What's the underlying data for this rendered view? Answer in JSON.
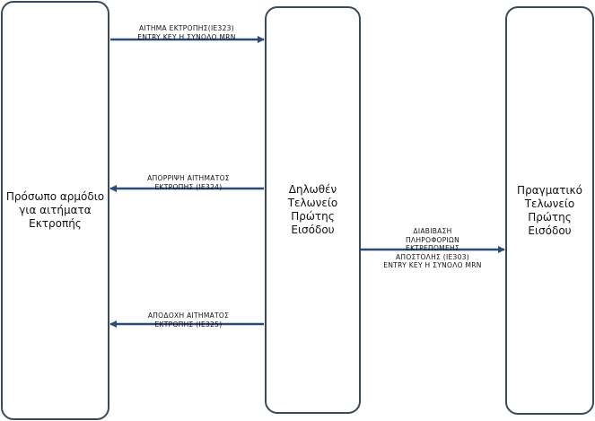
{
  "participants": {
    "left": "Πρόσωπο αρμόδιο\nγια αιτήματα\nΕκτροπής",
    "middle": "Δηλωθέν\nΤελωνείο\nΠρώτης\nΕισόδου",
    "right": "Πραγματικό\nΤελωνείο\nΠρώτης\nΕισόδου"
  },
  "messages": [
    {
      "text": "ΑΙΤΗΜΑ ΕΚΤΡΟΠΗΣ(IE323)\nENTRY KEY Η ΣΥΝΟΛΟ MRN",
      "from": "left",
      "to": "middle"
    },
    {
      "text": "ΑΠΟΡΡΙΨΗ ΑΙΤΗΜΑΤΟΣ\nΕΚΤΡΟΠΗΣ (IE324)",
      "from": "middle",
      "to": "left"
    },
    {
      "text": "ΑΠΟΔΟΧΗ ΑΙΤΗΜΑΤΟΣ\nΕΚΤΡΟΠΗΣ (IE325)",
      "from": "middle",
      "to": "left"
    },
    {
      "text": "ΔΙΑΒΙΒΑΣΗ\nΠΛΗΡΟΦΟΡΙΩΝ\nΕΚΤΡΕΠΟΜΕΗΣ\nΑΠΟΣΤΟΛΗΣ (IE303)\nENTRY KEY Η ΣΥΝΟΛΟ MRN",
      "from": "middle",
      "to": "right"
    }
  ],
  "colors": {
    "border": "#3b4a5a",
    "arrow": "#2c4a78"
  }
}
